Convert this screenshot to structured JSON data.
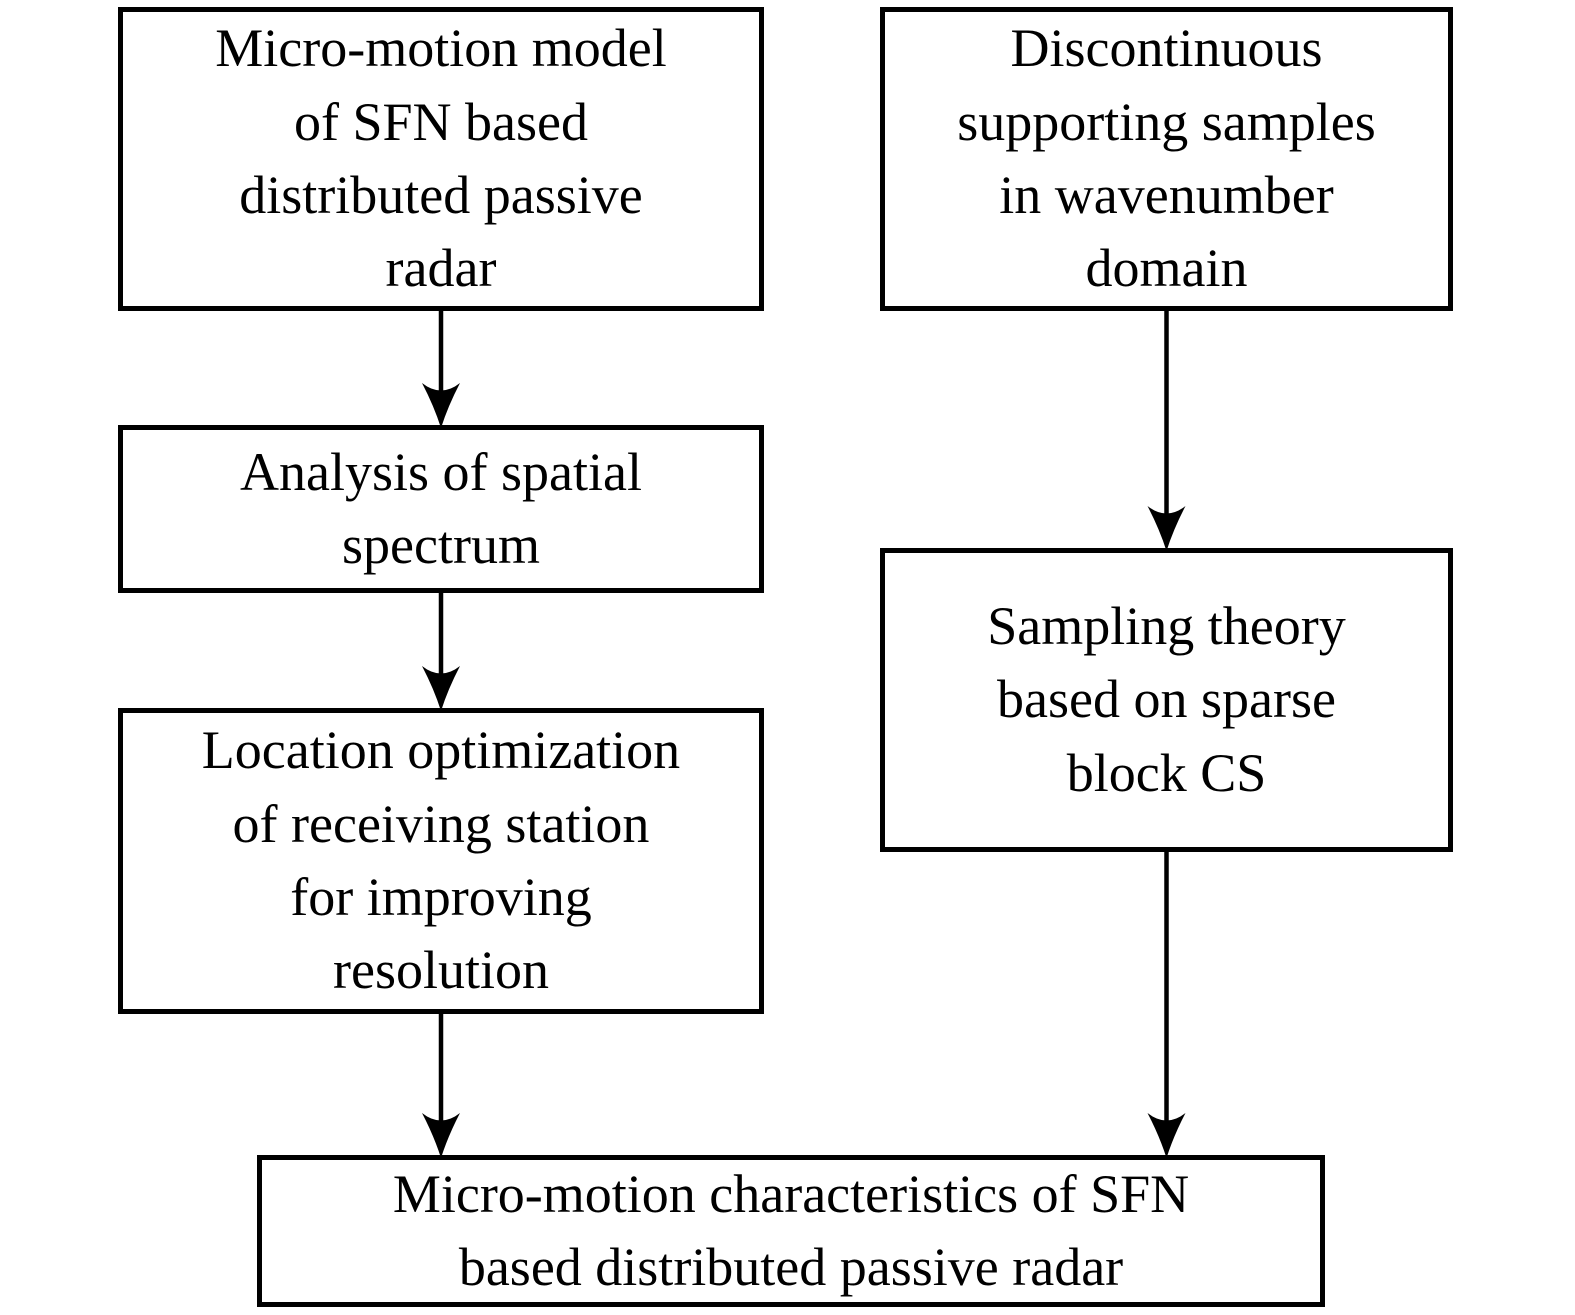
{
  "diagram": {
    "type": "flowchart",
    "nodes": {
      "micro_motion_model": {
        "label": "Micro-motion model\nof SFN based\ndistributed passive\nradar"
      },
      "discontinuous_samples": {
        "label": "Discontinuous\nsupporting samples\nin wavenumber\ndomain"
      },
      "spatial_spectrum_analysis": {
        "label": "Analysis of spatial\nspectrum"
      },
      "sparse_block_cs_sampling": {
        "label": "Sampling theory\nbased on sparse\nblock CS"
      },
      "location_optimization": {
        "label": "Location optimization\nof receiving station\nfor improving\nresolution"
      },
      "micro_motion_characteristics": {
        "label": "Micro-motion characteristics of SFN\nbased distributed passive radar"
      }
    },
    "edges": [
      {
        "from": "micro_motion_model",
        "to": "spatial_spectrum_analysis"
      },
      {
        "from": "spatial_spectrum_analysis",
        "to": "location_optimization"
      },
      {
        "from": "location_optimization",
        "to": "micro_motion_characteristics"
      },
      {
        "from": "discontinuous_samples",
        "to": "sparse_block_cs_sampling"
      },
      {
        "from": "sparse_block_cs_sampling",
        "to": "micro_motion_characteristics"
      }
    ]
  },
  "colors": {
    "background": "#ffffff",
    "box_border": "#000000",
    "text": "#000000",
    "arrow": "#000000"
  }
}
